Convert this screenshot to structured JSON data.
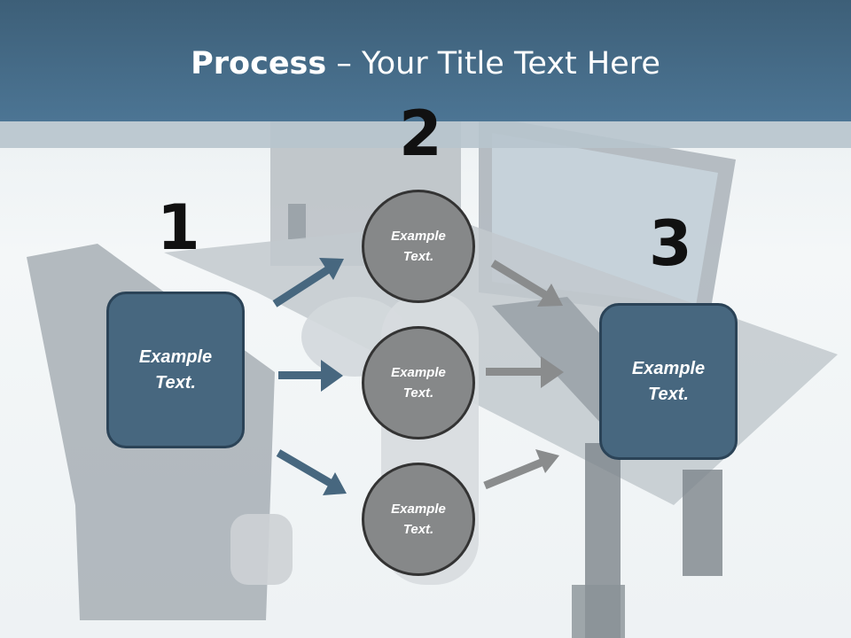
{
  "title": {
    "bold": "Process",
    "rest": " – Your Title Text Here"
  },
  "numbers": [
    "1",
    "2",
    "3"
  ],
  "left_box": "Example Text.",
  "circles": [
    "Example Text.",
    "Example Text.",
    "Example Text."
  ],
  "right_box": "Example Text.",
  "colors": {
    "header": "#4a7290",
    "box": "#47677f",
    "circle": "#868889",
    "blue_arrow": "#47677f",
    "gray_arrow": "#8a8c8d"
  }
}
